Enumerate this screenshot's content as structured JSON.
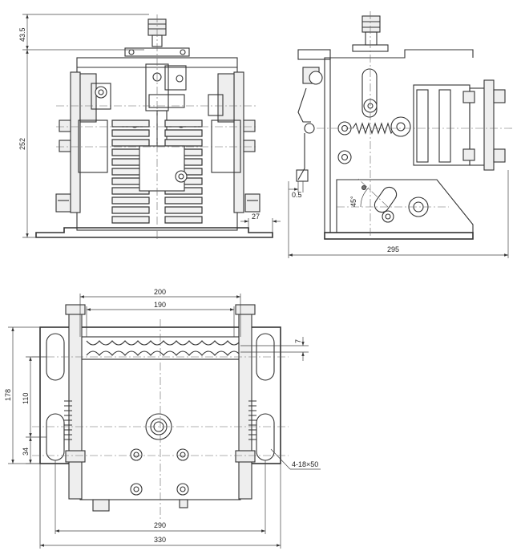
{
  "dimensions": {
    "front_view": {
      "top_offset": "43.5",
      "overall_height": "252",
      "base_lip": "27"
    },
    "side_view": {
      "gap": "0.5",
      "angle": "45°",
      "overall_length": "295"
    },
    "plan_view": {
      "inner_width": "190",
      "outer_width": "200",
      "slot_width": "7",
      "overall_depth": "178",
      "hole_spacing": "110",
      "edge_distance": "34",
      "mounting_holes": "4-18×50",
      "base_width": "290",
      "overall_width": "330"
    }
  }
}
